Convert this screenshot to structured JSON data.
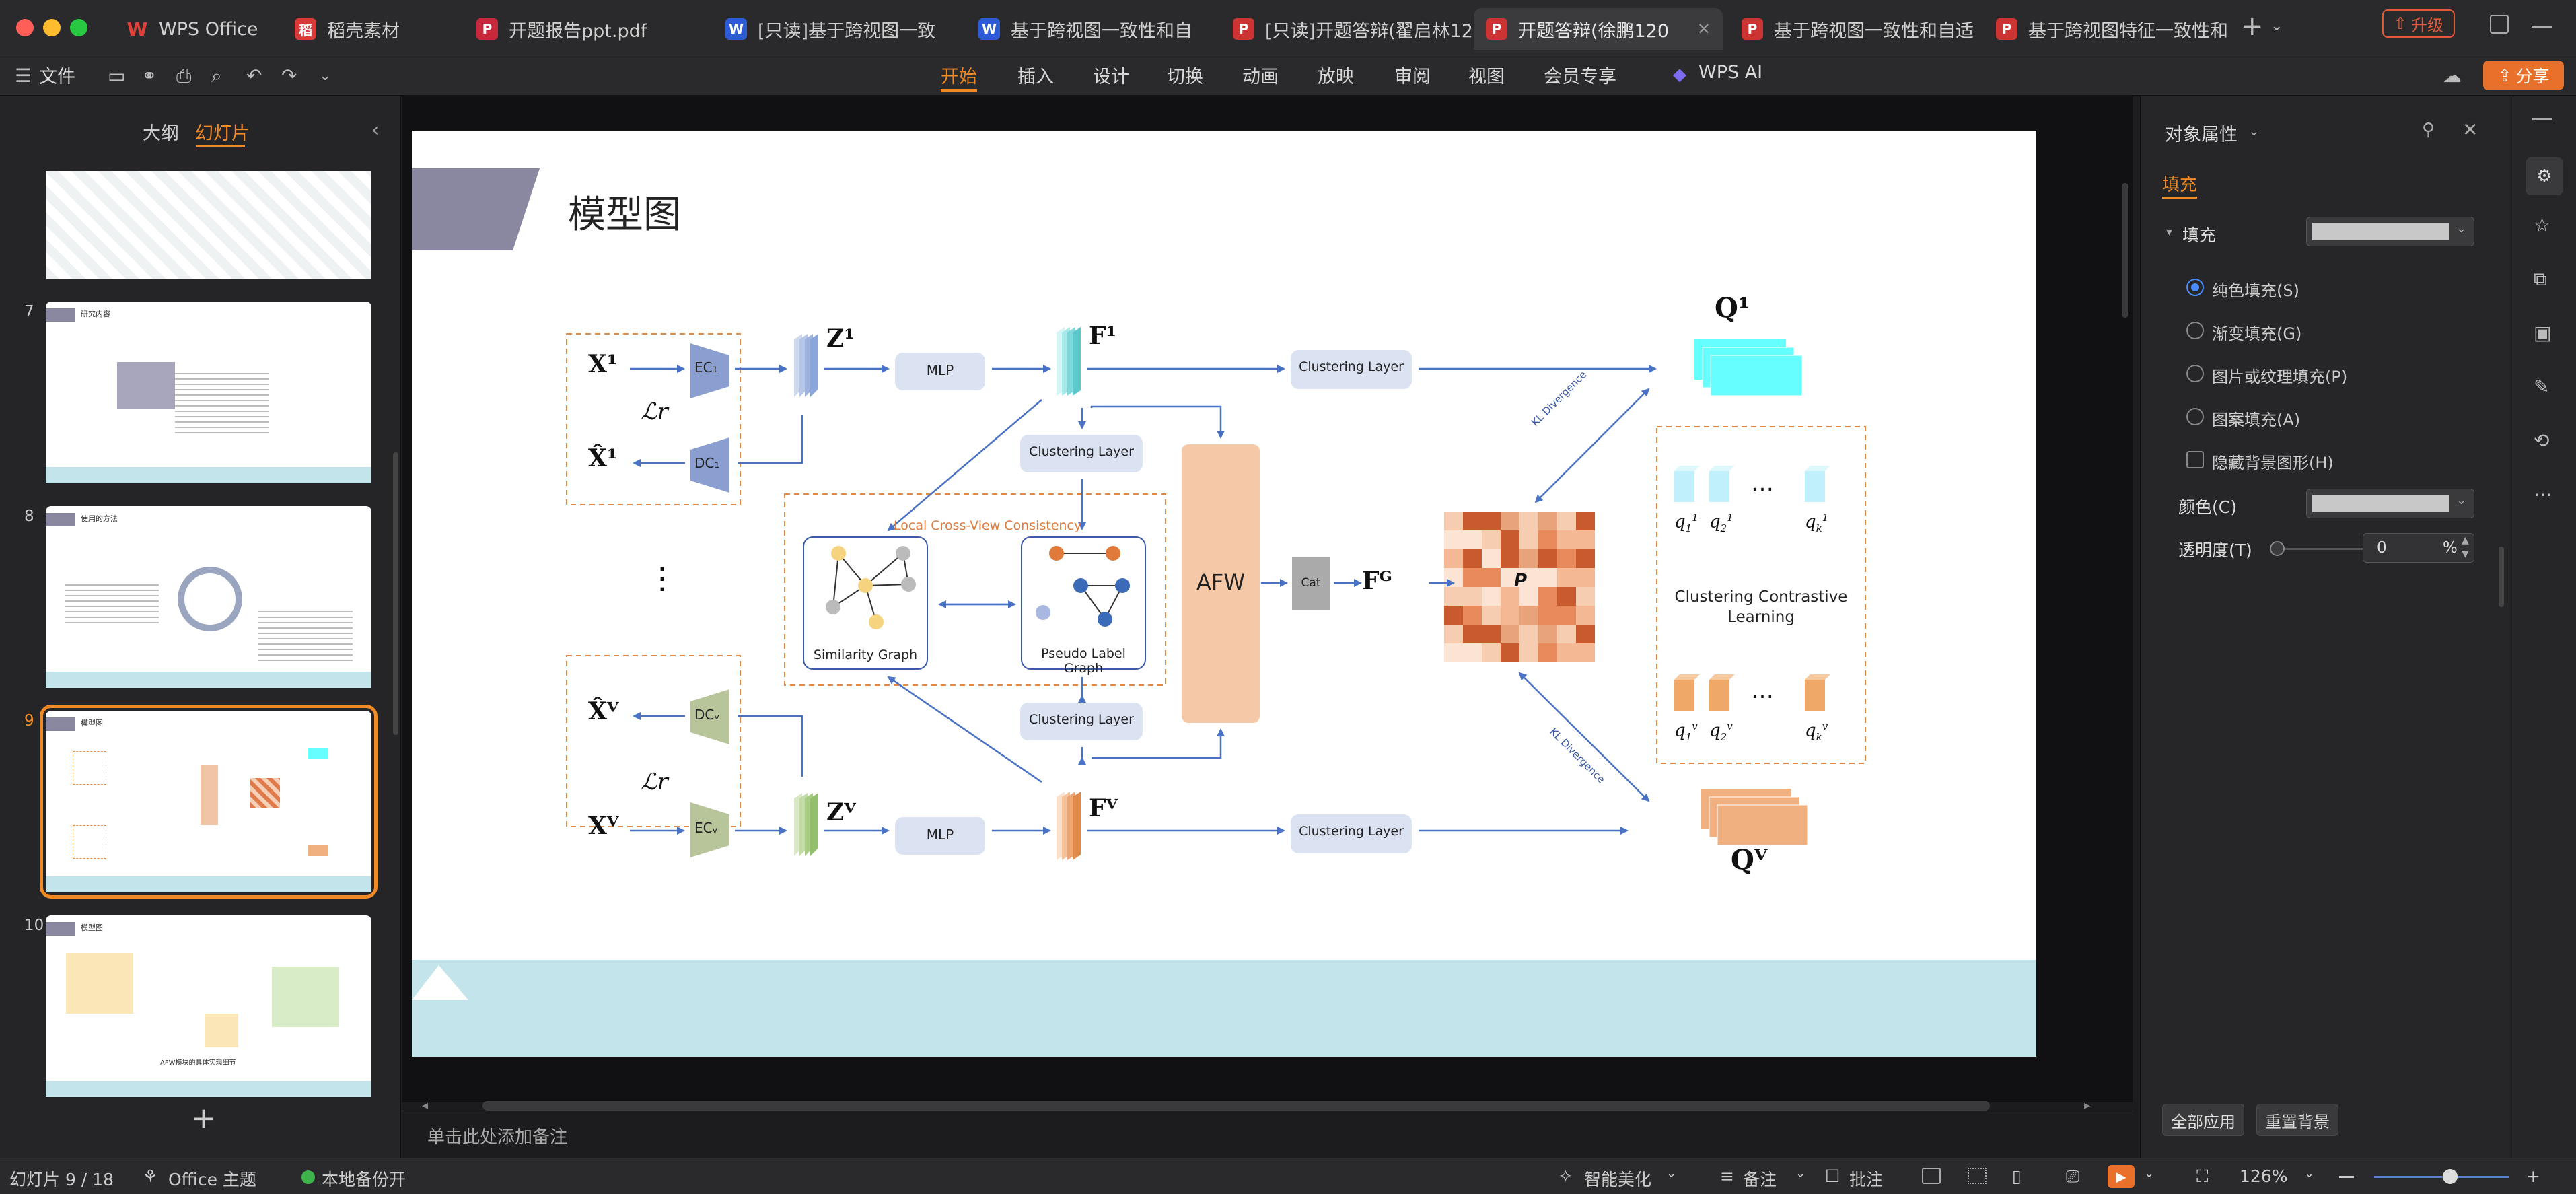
{
  "tabs": [
    {
      "label": "WPS Office",
      "icon": "wps"
    },
    {
      "label": "稻壳素材",
      "icon": "dao"
    },
    {
      "label": "开题报告ppt.pdf",
      "icon": "pdf"
    },
    {
      "label": "[只读]基于跨视图一致",
      "icon": "w"
    },
    {
      "label": "基于跨视图一致性和自",
      "icon": "w"
    },
    {
      "label": "[只读]开题答辩(翟启林12",
      "icon": "p"
    },
    {
      "label": "开题答辩(徐鹏120",
      "icon": "p"
    },
    {
      "label": "基于跨视图一致性和自适",
      "icon": "p"
    },
    {
      "label": "基于跨视图特征一致性和",
      "icon": "p"
    }
  ],
  "upgrade_label": "升级",
  "menu": {
    "file": "文件",
    "items": [
      "开始",
      "插入",
      "设计",
      "切换",
      "动画",
      "放映",
      "审阅",
      "视图",
      "会员专享"
    ],
    "active": "开始",
    "ai": "WPS AI",
    "share": "分享"
  },
  "left_panel": {
    "tab_outline": "大纲",
    "tab_slides": "幻灯片",
    "thumbs": [
      {
        "num": "7",
        "title": "研究内容"
      },
      {
        "num": "8",
        "title": "使用的方法"
      },
      {
        "num": "9",
        "title": "模型图"
      },
      {
        "num": "10",
        "title": "模型图",
        "caption": "AFW模块的具体实现细节"
      }
    ],
    "add": "+"
  },
  "slide": {
    "title": "模型图",
    "diagram": {
      "x1": "X¹",
      "x1hat": "X̂¹",
      "xv": "Xⱽ",
      "xvhat": "X̂ⱽ",
      "ec1": "EC₁",
      "dc1": "DC₁",
      "ecv": "ECᵥ",
      "dcv": "DCᵥ",
      "lr": "ℒr",
      "z1": "Z¹",
      "zv": "Zⱽ",
      "f1": "F¹",
      "fv": "Fⱽ",
      "fg": "Fᴳ",
      "mlp": "MLP",
      "clustering_layer": "Clustering Layer",
      "local_consistency": "Local Cross-View  Consistency",
      "similarity_graph": "Similarity Graph",
      "pseudo_label_graph": "Pseudo Label Graph",
      "afw": "AFW",
      "cat": "Cat",
      "p": "P",
      "q1": "Q¹",
      "qv": "Qⱽ",
      "kl": "KL Divergence",
      "ccl1": "Clustering Contrastive",
      "ccl2": "Learning",
      "dots": "…",
      "vdots": "⋮"
    }
  },
  "notes_placeholder": "单击此处添加备注",
  "props": {
    "header": "对象属性",
    "tab_fill": "填充",
    "fill_label": "填充",
    "options": [
      "纯色填充(S)",
      "渐变填充(G)",
      "图片或纹理填充(P)",
      "图案填充(A)"
    ],
    "hide_bg": "隐藏背景图形(H)",
    "color_label": "颜色(C)",
    "transparency_label": "透明度(T)",
    "transparency_value": "0",
    "percent": "%",
    "apply_all": "全部应用",
    "reset_bg": "重置背景"
  },
  "status": {
    "slide_info": "幻灯片 9 / 18",
    "theme": "Office 主题",
    "backup": "本地备份开",
    "beautify": "智能美化",
    "notes": "备注",
    "comments": "批注",
    "zoom": "126%"
  },
  "colors": {
    "accent": "#f08a24",
    "arrow": "#4a72c4",
    "slide_band": "#c3e4ea",
    "title_shape": "#8a88a0"
  }
}
